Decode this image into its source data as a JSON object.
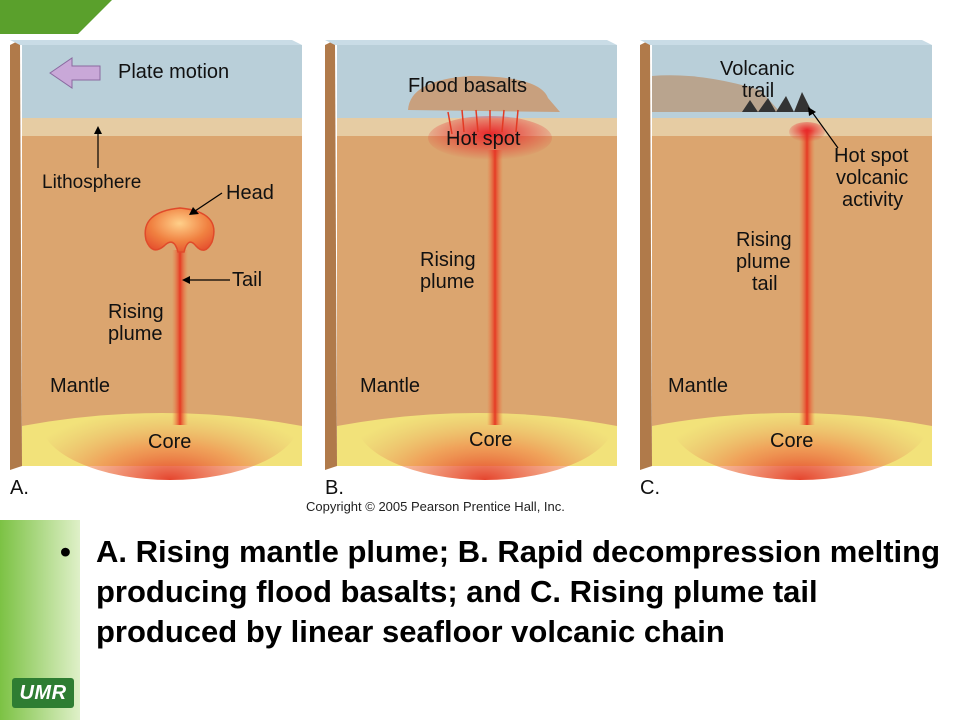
{
  "figure": {
    "panels": [
      {
        "letter": "A.",
        "labels": {
          "plate_motion": "Plate motion",
          "lithosphere": "Lithosphere",
          "head": "Head",
          "tail": "Tail",
          "rising_1": "Rising",
          "rising_2": "plume",
          "mantle": "Mantle",
          "core": "Core"
        }
      },
      {
        "letter": "B.",
        "labels": {
          "flood_basalts": "Flood basalts",
          "hot_spot": "Hot spot",
          "rising_1": "Rising",
          "rising_2": "plume",
          "mantle": "Mantle",
          "core": "Core"
        }
      },
      {
        "letter": "C.",
        "labels": {
          "volcanic_1": "Volcanic",
          "volcanic_2": "trail",
          "hotspot_1": "Hot spot",
          "hotspot_2": "volcanic",
          "hotspot_3": "activity",
          "rising_1": "Rising",
          "rising_2": "plume",
          "rising_3": "tail",
          "mantle": "Mantle",
          "core": "Core"
        }
      }
    ],
    "copyright": "Copyright © 2005 Pearson Prentice Hall, Inc."
  },
  "caption": {
    "bullet": "•",
    "text": "A. Rising mantle plume; B. Rapid decompression melting producing flood basalts; and C. Rising plume tail produced by linear seafloor volcanic chain"
  },
  "logo": {
    "text": "UMR"
  },
  "colors": {
    "accent_green": "#7cc244",
    "accent_light": "#eaf6dc",
    "mantle": "#dba56f",
    "core": "#f2e27a",
    "surface": "#b9cfd9",
    "lithosphere": "#e6cca3",
    "plume": "#e8432a",
    "logo_green": "#2e7d32"
  }
}
